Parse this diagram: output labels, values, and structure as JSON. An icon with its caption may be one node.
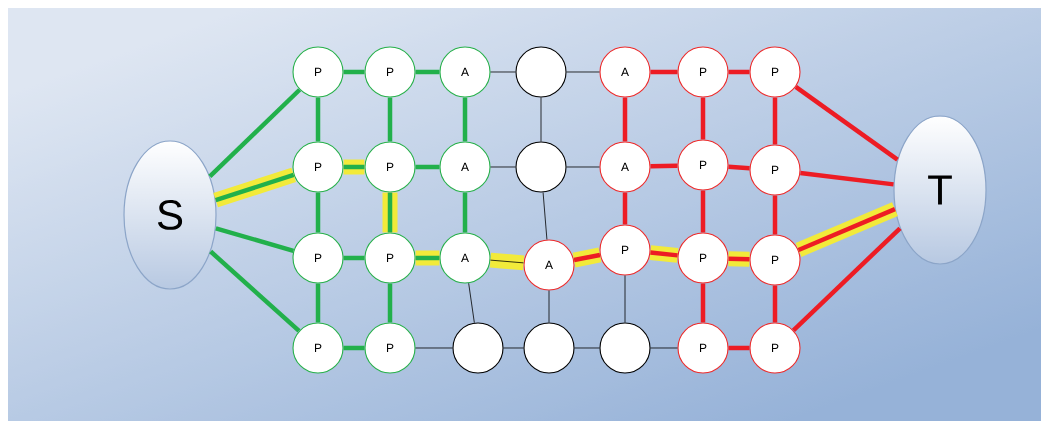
{
  "diagram": {
    "nodes": [
      {
        "text": [
          "S"
        ]
      },
      {
        "text": [
          "P"
        ]
      },
      {
        "text": [
          "P"
        ]
      },
      {
        "text": [
          "A"
        ]
      },
      {
        "text": [],
        "shape": "circle"
      },
      {
        "text": [
          "A"
        ]
      },
      {
        "text": [
          "P"
        ]
      },
      {
        "text": [
          "P"
        ]
      },
      {
        "text": [
          "P"
        ]
      },
      {
        "text": [
          "P"
        ]
      },
      {
        "text": [
          "A"
        ]
      },
      {
        "text": [],
        "shape": "circle"
      },
      {
        "text": [
          "A"
        ]
      },
      {
        "text": [
          "P"
        ]
      },
      {
        "text": [
          "P"
        ]
      },
      {
        "text": [
          "P"
        ]
      },
      {
        "text": [
          "P"
        ]
      },
      {
        "text": [
          "A"
        ]
      },
      {
        "text": [
          "A"
        ]
      },
      {
        "text": [
          "P"
        ]
      },
      {
        "text": [
          "P"
        ]
      },
      {
        "text": [
          "P"
        ]
      },
      {
        "text": [
          "P"
        ]
      },
      {
        "text": [
          "P"
        ]
      },
      {
        "text": [],
        "shape": "circle"
      },
      {
        "text": [],
        "shape": "circle"
      },
      {
        "text": [],
        "shape": "circle"
      },
      {
        "text": [
          "P"
        ]
      },
      {
        "text": [
          "P"
        ]
      },
      {
        "text": [
          "T"
        ]
      }
    ],
    "edges": [
      {
        "from": 0,
        "to": 1,
        "arrow": "none",
        "color": "#22b04b"
      },
      {
        "from": 0,
        "to": 8,
        "arrow": "none",
        "color": "#22b04b"
      },
      {
        "from": 0,
        "to": 15,
        "arrow": "none",
        "color": "#22b04b"
      },
      {
        "from": 0,
        "to": 22,
        "arrow": "none",
        "color": "#22b04b"
      },
      {
        "from": 1,
        "to": 2,
        "arrow": "none",
        "color": "#22b04b"
      },
      {
        "from": 2,
        "to": 3,
        "arrow": "none",
        "color": "#22b04b"
      },
      {
        "from": 1,
        "to": 8,
        "arrow": "none",
        "color": "#22b04b"
      },
      {
        "from": 2,
        "to": 9,
        "arrow": "none",
        "color": "#22b04b"
      },
      {
        "from": 3,
        "to": 10,
        "arrow": "none",
        "color": "#22b04b"
      },
      {
        "from": 8,
        "to": 9,
        "arrow": "none",
        "color": "#22b04b"
      },
      {
        "from": 9,
        "to": 10,
        "arrow": "none",
        "color": "#22b04b"
      },
      {
        "from": 8,
        "to": 15,
        "arrow": "none",
        "color": "#22b04b"
      },
      {
        "from": 9,
        "to": 16,
        "arrow": "none",
        "color": "#22b04b"
      },
      {
        "from": 10,
        "to": 17,
        "arrow": "none",
        "color": "#22b04b"
      },
      {
        "from": 15,
        "to": 16,
        "arrow": "none",
        "color": "#22b04b"
      },
      {
        "from": 16,
        "to": 17,
        "arrow": "none",
        "color": "#22b04b"
      },
      {
        "from": 15,
        "to": 22,
        "arrow": "none",
        "color": "#22b04b"
      },
      {
        "from": 16,
        "to": 23,
        "arrow": "none",
        "color": "#22b04b"
      },
      {
        "from": 22,
        "to": 23,
        "arrow": "none",
        "color": "#22b04b"
      },
      {
        "from": 3,
        "to": 4,
        "arrow": "none",
        "color": "#000000"
      },
      {
        "from": 4,
        "to": 5,
        "arrow": "none",
        "color": "#000000"
      },
      {
        "from": 4,
        "to": 11,
        "arrow": "none",
        "color": "#000000"
      },
      {
        "from": 10,
        "to": 11,
        "arrow": "none",
        "color": "#000000"
      },
      {
        "from": 11,
        "to": 12,
        "arrow": "none",
        "color": "#000000"
      },
      {
        "from": 11,
        "to": 18,
        "arrow": "none",
        "color": "#000000"
      },
      {
        "from": 17,
        "to": 18,
        "arrow": "none",
        "color": "#000000"
      },
      {
        "from": 17,
        "to": 24,
        "arrow": "none",
        "color": "#000000"
      },
      {
        "from": 23,
        "to": 24,
        "arrow": "none",
        "color": "#000000"
      },
      {
        "from": 24,
        "to": 25,
        "arrow": "none",
        "color": "#000000"
      },
      {
        "from": 25,
        "to": 26,
        "arrow": "none",
        "color": "#000000"
      },
      {
        "from": 26,
        "to": 27,
        "arrow": "none",
        "color": "#000000"
      },
      {
        "from": 18,
        "to": 25,
        "arrow": "none",
        "color": "#000000"
      },
      {
        "from": 19,
        "to": 26,
        "arrow": "none",
        "color": "#000000"
      },
      {
        "from": 5,
        "to": 6,
        "arrow": "none",
        "color": "#ed1c24"
      },
      {
        "from": 6,
        "to": 7,
        "arrow": "none",
        "color": "#ed1c24"
      },
      {
        "from": 5,
        "to": 12,
        "arrow": "none",
        "color": "#ed1c24"
      },
      {
        "from": 6,
        "to": 13,
        "arrow": "none",
        "color": "#ed1c24"
      },
      {
        "from": 7,
        "to": 14,
        "arrow": "none",
        "color": "#ed1c24"
      },
      {
        "from": 12,
        "to": 13,
        "arrow": "none",
        "color": "#ed1c24"
      },
      {
        "from": 13,
        "to": 14,
        "arrow": "none",
        "color": "#ed1c24"
      },
      {
        "from": 12,
        "to": 19,
        "arrow": "none",
        "color": "#ed1c24"
      },
      {
        "from": 13,
        "to": 20,
        "arrow": "none",
        "color": "#ed1c24"
      },
      {
        "from": 14,
        "to": 21,
        "arrow": "none",
        "color": "#ed1c24"
      },
      {
        "from": 18,
        "to": 19,
        "arrow": "none",
        "color": "#ed1c24"
      },
      {
        "from": 19,
        "to": 20,
        "arrow": "none",
        "color": "#ed1c24"
      },
      {
        "from": 20,
        "to": 21,
        "arrow": "none",
        "color": "#ed1c24"
      },
      {
        "from": 20,
        "to": 27,
        "arrow": "none",
        "color": "#ed1c24"
      },
      {
        "from": 21,
        "to": 28,
        "arrow": "none",
        "color": "#ed1c24"
      },
      {
        "from": 27,
        "to": 28,
        "arrow": "none",
        "color": "#ed1c24"
      },
      {
        "from": 7,
        "to": 29,
        "arrow": "none",
        "color": "#ed1c24"
      },
      {
        "from": 14,
        "to": 29,
        "arrow": "none",
        "color": "#ed1c24"
      },
      {
        "from": 21,
        "to": 29,
        "arrow": "none",
        "color": "#ed1c24"
      },
      {
        "from": 28,
        "to": 29,
        "arrow": "none",
        "color": "#ed1c24"
      }
    ]
  }
}
